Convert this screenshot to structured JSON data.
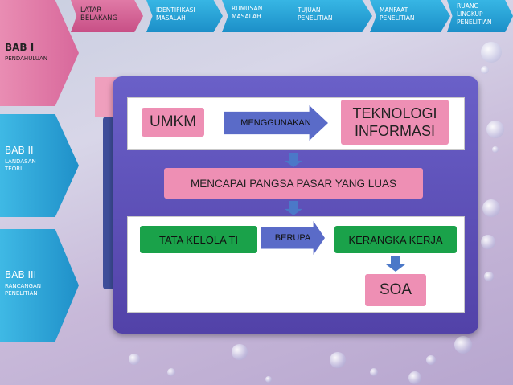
{
  "tabs": [
    {
      "label": "LATAR\nBELAKANG",
      "active": true
    },
    {
      "label": "IDENTIFIKASI\nMASALAH",
      "active": false
    },
    {
      "label": "RUMUSAN\nMASALAH",
      "active": false
    },
    {
      "label": "TUJUAN\nPENELITIAN",
      "active": false
    },
    {
      "label": "MANFAAT\nPENELITIAN",
      "active": false
    },
    {
      "label": "RUANG\nLINGKUP\nPENELITIAN",
      "active": false
    }
  ],
  "sidebar": [
    {
      "title": "BAB I",
      "subtitle": "PENDAHULUAN",
      "active": true
    },
    {
      "title": "BAB II",
      "subtitle": "LANDASAN\nTEORI",
      "active": false
    },
    {
      "title": "BAB III",
      "subtitle": "RANCANGAN\nPENELITIAN",
      "active": false
    }
  ],
  "diagram": {
    "umkm": "UMKM",
    "menggunakan": "MENGGUNAKAN",
    "teknologi": "TEKNOLOGI\nINFORMASI",
    "mencapai": "MENCAPAI PANGSA PASAR YANG LUAS",
    "tata_kelola": "TATA KELOLA TI",
    "berupa": "BERUPA",
    "kerangka": "KERANGKA KERJA",
    "soa": "SOA"
  },
  "colors": {
    "pink": "#ee8fb4",
    "green": "#1aa24a",
    "purple": "#6a5acd",
    "blue": "#2a9fd6"
  }
}
